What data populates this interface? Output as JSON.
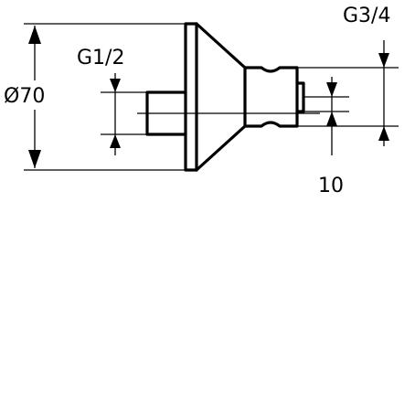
{
  "drawing": {
    "labels": {
      "diameter": "Ø70",
      "inlet_thread": "G1/2",
      "outlet_thread": "G3/4",
      "outlet_length": "10"
    },
    "colors": {
      "line": "#000000",
      "background": "#ffffff"
    }
  }
}
